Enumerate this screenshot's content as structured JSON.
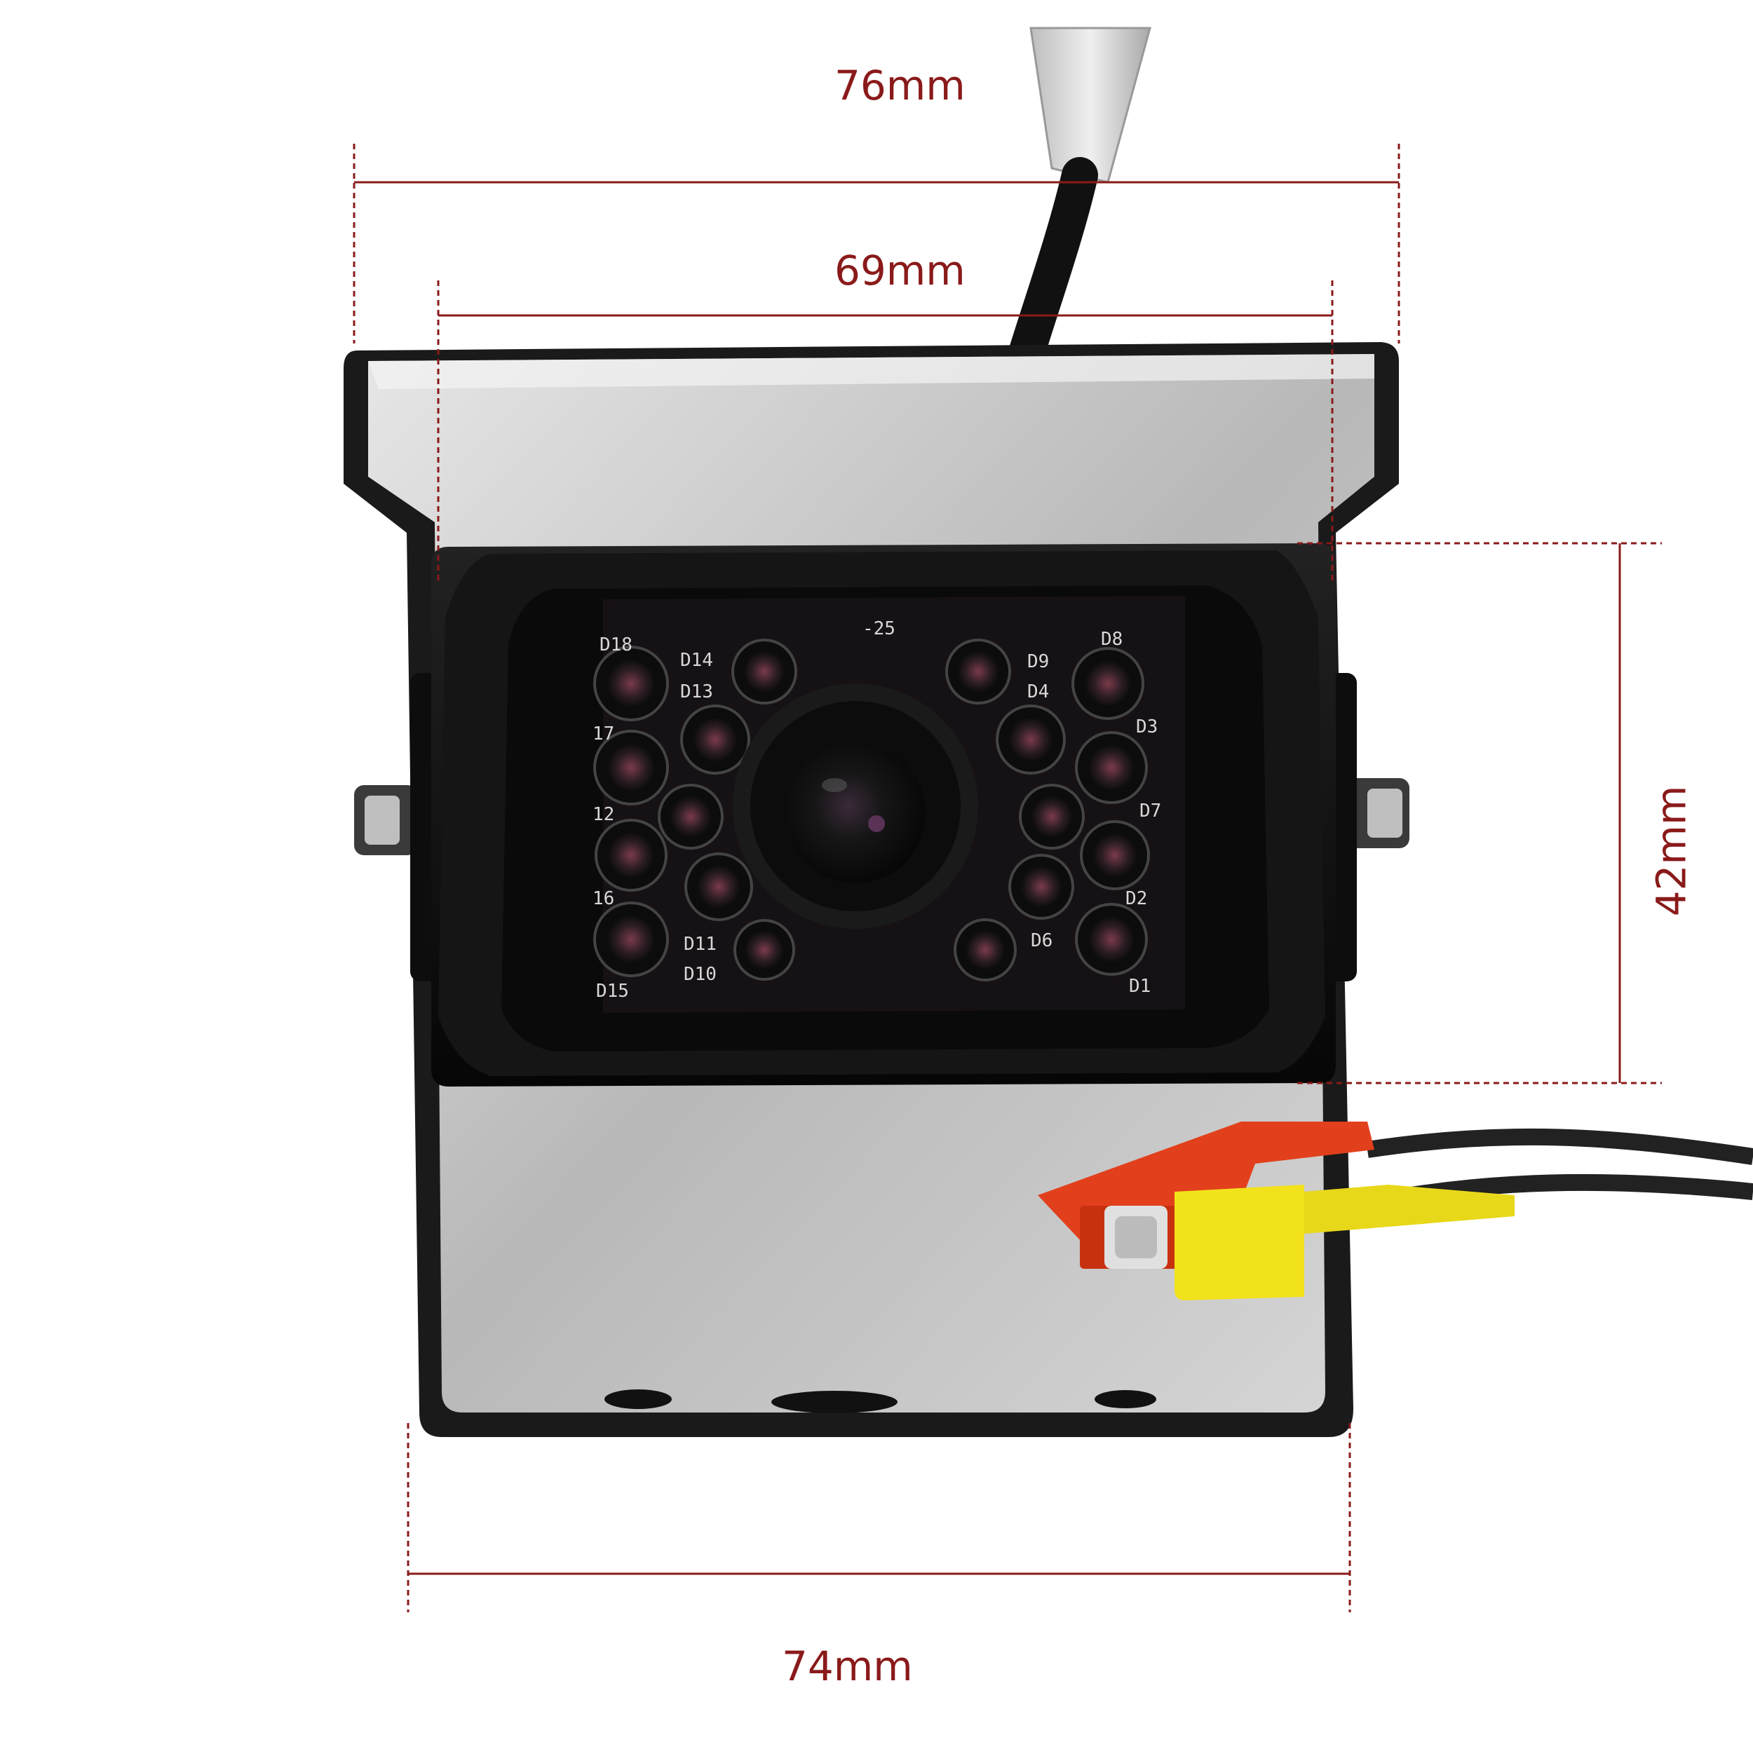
{
  "dimensions": {
    "total_width": "76mm",
    "inner_width": "69mm",
    "height": "42mm",
    "base_width": "74mm"
  },
  "colors": {
    "dimension_line": "#8a1a1a",
    "bracket": "#1c1c1c",
    "bracket_inner": "#c9c9c9",
    "housing": "#101010",
    "cable": "#111111",
    "rca_red": "#e2401c",
    "rca_yellow": "#f2e21c"
  },
  "camera": {
    "housing_marking": "-25",
    "led_labels": [
      "D18",
      "D14",
      "D13",
      "17",
      "12",
      "16",
      "D11",
      "D10",
      "D15",
      "D9",
      "D8",
      "D4",
      "D3",
      "D7",
      "D2",
      "D6",
      "D1"
    ]
  }
}
